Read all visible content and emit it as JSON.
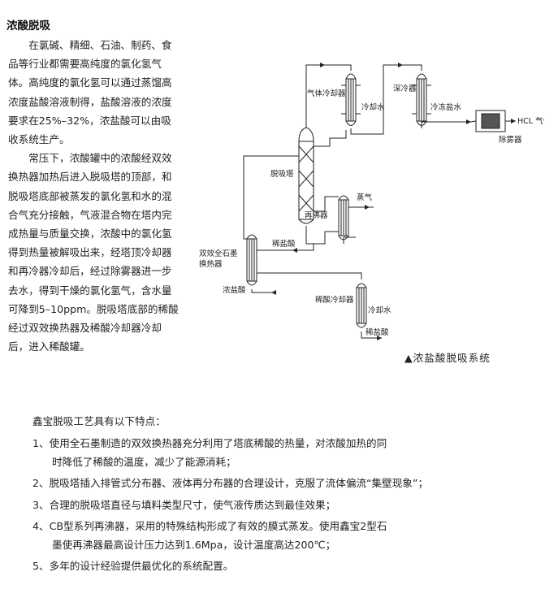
{
  "title": "浓酸脱吸",
  "intro": [
    "在氯碱、精细、石油、制药、食品等行业都需要高纯度的氯化氢气体。高纯度的氯化氢可以通过蒸馏高浓度盐酸溶液制得，盐酸溶液的浓度要求在25%–32%，浓盐酸可以由吸收系统生产。",
    "常压下，浓酸罐中的浓酸经双效换热器加热后进入脱吸塔的顶部，和脱吸塔底部被蒸发的氯化氢和水的混合气充分接触，气液混合物在塔内完成热量与质量交换，浓酸中的氯化氢得到热量被解吸出来，经塔顶冷却器和再冷器冷却后，经过除雾器进一步去水，得到干燥的氯化氢气，含水量可降到5–10ppm。脱吸塔底部的稀酸经过双效换热器及稀酸冷却器冷却后，进入稀酸罐。"
  ],
  "diagram": {
    "labels": {
      "gas_cooler": "气体冷却器",
      "cooling_water_1": "冷却水",
      "deep_cooler": "深冷器",
      "chilled_brine": "冷冻盐水",
      "hcl_gas": "HCL 气体",
      "demister": "除雾器",
      "desorption_tower": "脱吸塔",
      "steam": "蒸气",
      "reboiler": "再沸器",
      "dilute_acid_1": "稀盐酸",
      "double_effect_line1": "双效全石墨",
      "double_effect_line2": "换热器",
      "conc_acid": "浓盐酸",
      "dilute_cooler": "稀酸冷却器",
      "cooling_water_2": "冷却水",
      "dilute_acid_2": "稀盐酸"
    },
    "caption": "▲浓盐酸脱吸系统"
  },
  "features_intro": "鑫宝脱吸工艺具有以下特点：",
  "features": [
    {
      "num": "1、",
      "line1": "使用全石墨制造的双效换热器充分利用了塔底稀酸的热量，对浓酸加热的同",
      "line2": "时降低了稀酸的温度，减少了能源消耗；"
    },
    {
      "num": "2、",
      "line1": "脱吸塔插入排管式分布器、液体再分布器的合理设计，克服了流体偏流“集壁现象”；",
      "line2": ""
    },
    {
      "num": "3、",
      "line1": "合理的脱吸塔直径与填料类型尺寸，使气液传质达到最佳效果；",
      "line2": ""
    },
    {
      "num": "4、",
      "line1": "CB型系列再沸器，采用的特殊结构形成了有效的膜式蒸发。使用鑫宝2型石",
      "line2": "墨使再沸器最高设计压力达到1.6Mpa，设计温度高达200℃；"
    },
    {
      "num": "5、",
      "line1": "多年的设计经验提供最优化的系统配置。",
      "line2": ""
    }
  ]
}
